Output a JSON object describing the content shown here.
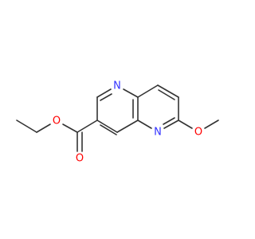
{
  "molecule": {
    "atoms": {
      "n_top": "N",
      "n_bottom": "N",
      "o_ester_ether": "O",
      "o_carbonyl": "O",
      "o_methoxy": "O"
    },
    "colors": {
      "nitrogen": "#3333ff",
      "oxygen": "#ff0000",
      "bond": "#333333",
      "background": "#ffffff"
    }
  }
}
